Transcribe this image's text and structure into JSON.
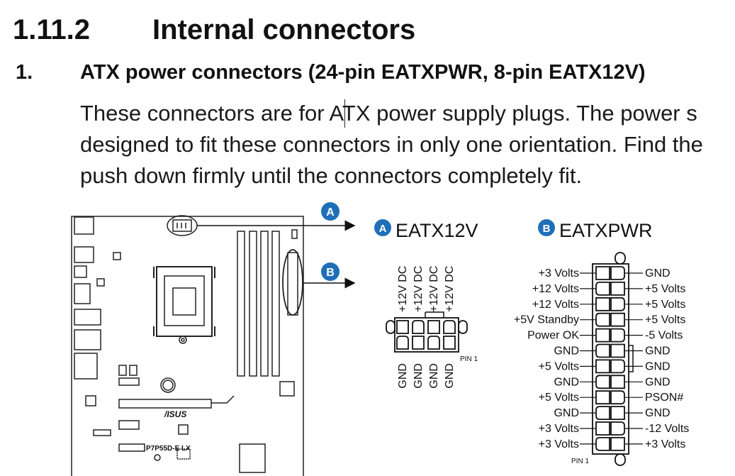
{
  "section": {
    "number": "1.11.2",
    "title": "Internal connectors"
  },
  "item": {
    "number": "1.",
    "title": "ATX power connectors (24-pin EATXPWR, 8-pin EATX12V)"
  },
  "paragraph": [
    "These connectors are for ATX power supply plugs. The power s",
    "designed to fit these connectors in only one orientation. Find the",
    "push down firmly until the connectors completely fit."
  ],
  "board": {
    "brand": "/ISUS",
    "model": "P7P55D-E LX"
  },
  "callouts": {
    "a": "A",
    "b": "B"
  },
  "eatx12v": {
    "title": "EATX12V",
    "top_labels": [
      "+12V DC",
      "+12V DC",
      "+12V DC",
      "+12V DC"
    ],
    "bottom_labels": [
      "GND",
      "GND",
      "GND",
      "GND"
    ],
    "pin1": "PIN 1"
  },
  "eatxpwr": {
    "title": "EATXPWR",
    "left_labels": [
      "+3 Volts",
      "+12 Volts",
      "+12 Volts",
      "+5V Standby",
      "Power OK",
      "GND",
      "+5 Volts",
      "GND",
      "+5 Volts",
      "GND",
      "+3 Volts",
      "+3 Volts"
    ],
    "right_labels": [
      "GND",
      "+5 Volts",
      "+5 Volts",
      "+5 Volts",
      "-5 Volts",
      "GND",
      "GND",
      "GND",
      "PSON#",
      "GND",
      "-12 Volts",
      "+3 Volts"
    ],
    "pin1": "PIN 1"
  },
  "colors": {
    "callout": "#1f6fb8",
    "text": "#111111"
  }
}
